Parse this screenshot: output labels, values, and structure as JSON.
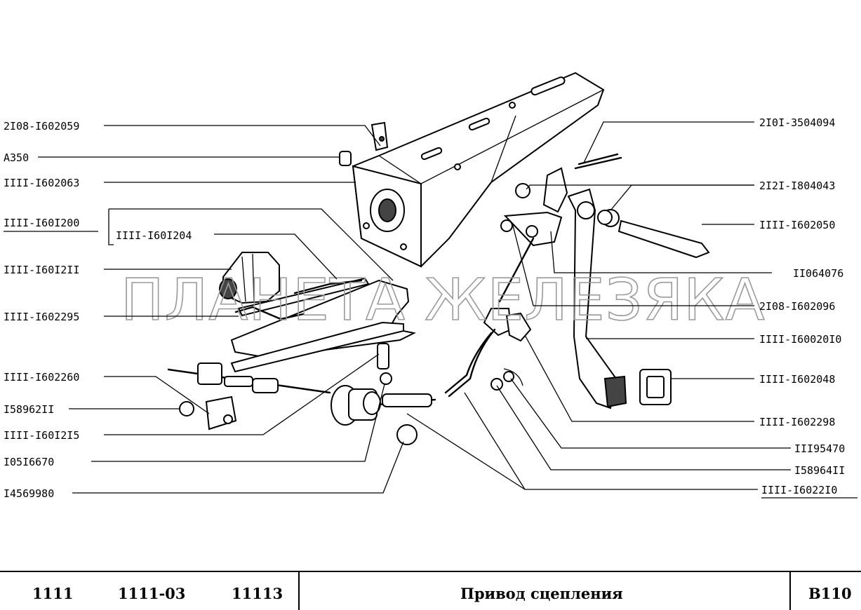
{
  "labels_left": [
    "2I08-I602059",
    "A350",
    "IIII-I602063",
    "IIII-I60I200",
    "IIII-I60I204",
    "IIII-I60I2II",
    "IIII-I602295",
    "IIII-I602260",
    "I58962II",
    "IIII-I60I2I5",
    "I05I6670",
    "I4569980"
  ],
  "labels_right": [
    "2I0I-3504094",
    "2I2I-I804043",
    "IIII-I602050",
    "II064076",
    "2I08-I602096",
    "IIII-I60020I0",
    "IIII-I602048",
    "IIII-I602298",
    "III95470",
    "I58964II",
    "IIII-I6022I0"
  ],
  "watermark": "ПЛАНЕТА ЖЕЛЕЗЯКА",
  "footer": {
    "model_1": "1111",
    "model_2": "1111-03",
    "model_3": "11113",
    "title": "Привод сцепления",
    "code": "B110"
  }
}
